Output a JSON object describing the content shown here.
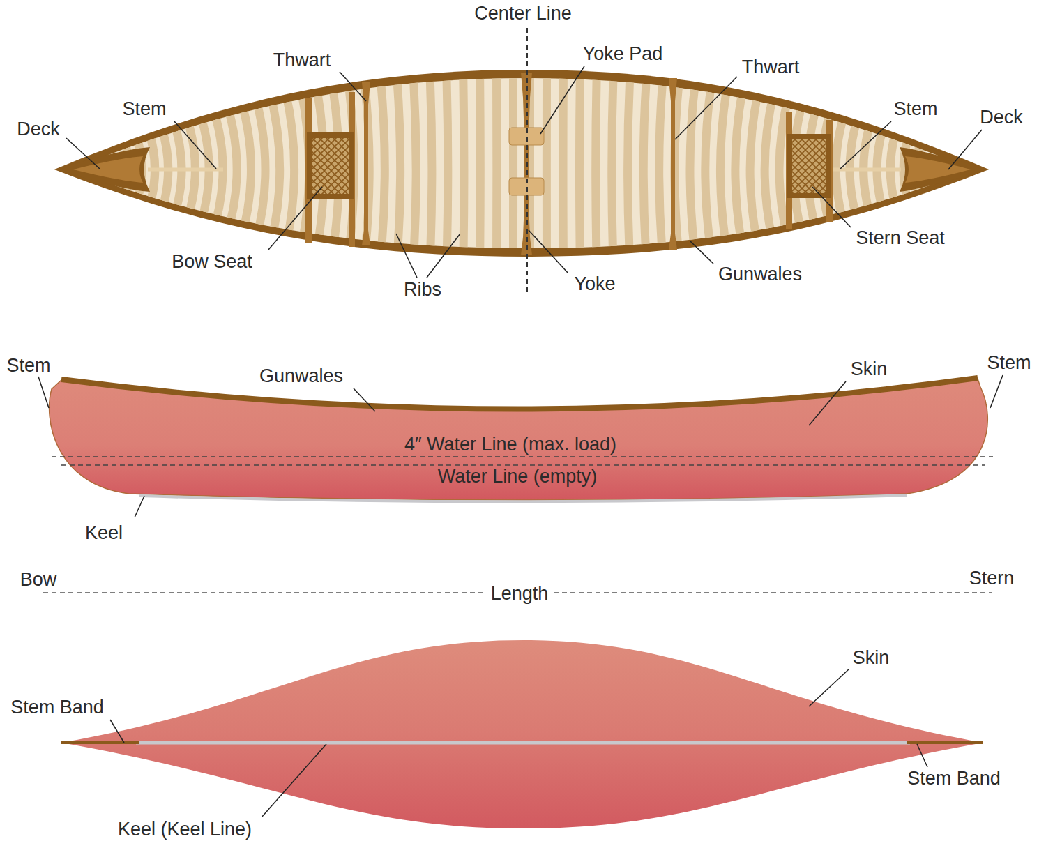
{
  "diagram": {
    "labels": [
      "Center Line",
      "Thwart",
      "Yoke Pad",
      "Thwart",
      "Stem",
      "Stem",
      "Deck",
      "Deck",
      "Bow Seat",
      "Ribs",
      "Yoke",
      "Gunwales",
      "Stern Seat",
      "Stem",
      "Gunwales",
      "Skin",
      "Stem",
      "4″ Water Line (max. load)",
      "Water Line (empty)",
      "Keel",
      "Bow",
      "Length",
      "Stern",
      "Skin",
      "Stem Band",
      "Stem Band",
      "Keel (Keel Line)"
    ]
  }
}
